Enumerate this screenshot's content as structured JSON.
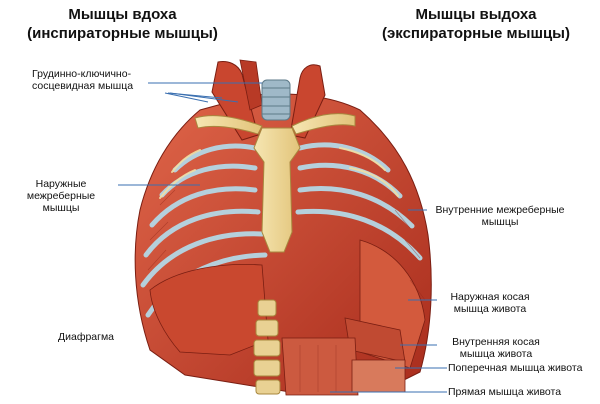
{
  "headings": {
    "inspiratory_title": "Мышцы вдоха",
    "inspiratory_subtitle": "(инспираторные мышцы)",
    "expiratory_title": "Мышцы выдоха",
    "expiratory_subtitle": "(экспираторные мышцы)"
  },
  "labels": {
    "sternocleidomastoid_1": "Грудинно-ключично-",
    "sternocleidomastoid_2": "сосцевидная мышца",
    "external_intercostal_1": "Наружные межреберные",
    "external_intercostal_2": "мышцы",
    "diaphragm": "Диафрагма",
    "internal_intercostal_1": "Внутренние межреберные",
    "internal_intercostal_2": "мышцы",
    "external_oblique_1": "Наружная косая",
    "external_oblique_2": "мышца живота",
    "internal_oblique_1": "Внутренняя косая",
    "internal_oblique_2": "мышца живота",
    "transverse_abdominis": "Поперечная мышца живота",
    "rectus_abdominis": "Прямая мышца живота"
  },
  "colors": {
    "muscle": "#c8412e",
    "muscle_dark": "#8e2418",
    "muscle_light": "#e47a5c",
    "bone": "#f1dc9c",
    "cartilage": "#a9c6d4",
    "leader": "#3a6fb0"
  }
}
